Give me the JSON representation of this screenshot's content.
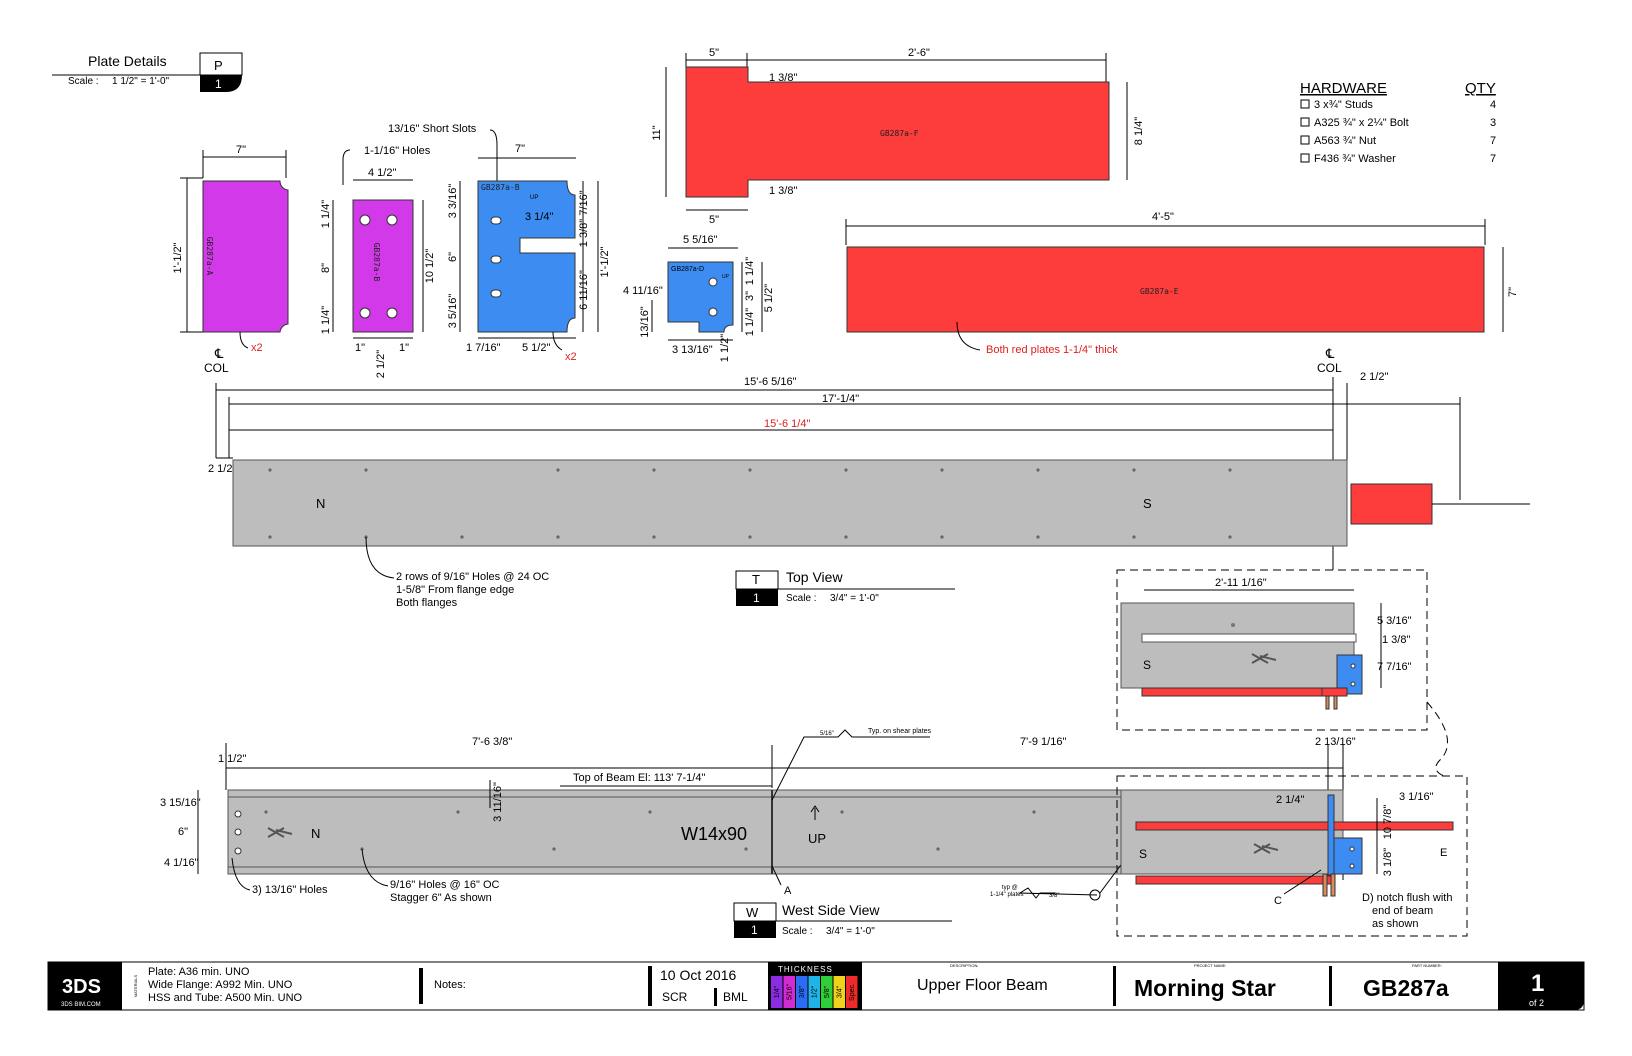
{
  "plate_details": {
    "title": "Plate Details",
    "tag": "P",
    "num": "1",
    "scale_label": "Scale :",
    "scale": "1 1/2\" = 1'-0\""
  },
  "top_view": {
    "title": "Top View",
    "tag": "T",
    "num": "1",
    "scale_label": "Scale :",
    "scale": "3/4\" = 1'-0\""
  },
  "west_view": {
    "title": "West Side View",
    "tag": "W",
    "num": "1",
    "scale_label": "Scale :",
    "scale": "3/4\" = 1'-0\""
  },
  "hardware": {
    "title": "HARDWARE",
    "qty_title": "QTY",
    "items": [
      {
        "desc": "3 x¾\" Studs",
        "qty": "4"
      },
      {
        "desc": "A325 ¾\" x 2¼\" Bolt",
        "qty": "3"
      },
      {
        "desc": "A563 ¾\"  Nut",
        "qty": "7"
      },
      {
        "desc": "F436 ¾\" Washer",
        "qty": "7"
      }
    ]
  },
  "plates": {
    "a": {
      "mark": "GB287a-A",
      "w": "7\"",
      "h": "1'-1/2\"",
      "qty": "x2"
    },
    "b": {
      "mark": "GB287a-B",
      "w": "4 1/2\"",
      "holes": "1-1/16\" Holes",
      "d1": "1 1/4\"",
      "d2": "8\"",
      "d3": "1 1/4\"",
      "h": "10 1/2\"",
      "e1": "1\"",
      "e2": "2 1/2\"",
      "e3": "1\""
    },
    "c": {
      "mark": "GB287a-B",
      "up": "UP",
      "slots": "13/16\" Short Slots",
      "w": "7\"",
      "d1": "3 3/16\"",
      "d2": "6\"",
      "d3": "3 5/16\"",
      "slot": "3 1/4\"",
      "r1": "7/16\"",
      "r2": "1 3/8\"",
      "r3": "1'-1/2\"",
      "r4": "6 11/16\"",
      "b1": "1 7/16\"",
      "b2": "5 1/2\"",
      "qty": "x2"
    },
    "d": {
      "mark": "GB287a-D",
      "up": "UP",
      "w": "5 5/16\"",
      "l1": "4 11/16\"",
      "l2": "13/16\"",
      "r1": "1 1/4\"",
      "r2": "3\"",
      "r3": "1 1/4\"",
      "r4": "5 1/2\"",
      "b1": "3 13/16\"",
      "b2": "1 1/2\""
    },
    "f": {
      "mark": "GB287a-F",
      "t1": "5\"",
      "t2": "2'-6\"",
      "n1": "1 3/8\"",
      "n2": "1 3/8\"",
      "b1": "5\"",
      "h": "11\"",
      "h2": "8 1/4\""
    },
    "e": {
      "mark": "GB287a-E",
      "w": "4'-5\"",
      "h": "7\"",
      "note": "Both red plates 1-1/4\" thick"
    }
  },
  "col_labels": {
    "cl": "℄",
    "col": "COL"
  },
  "top": {
    "d1": "15'-6 5/16\"",
    "d2": "17'-1/4\"",
    "d3": "15'-6 1/4\"",
    "left": "2 1/2\"",
    "right": "2 1/2\"",
    "n": "N",
    "s": "S",
    "note": [
      "2 rows of 9/16\" Holes @ 24 OC",
      "1-5/8\" From flange edge",
      "Both flanges"
    ]
  },
  "detail_top": {
    "d1": "2'-11 1/16\"",
    "r1": "5 3/16\"",
    "r2": "1 3/8\"",
    "r3": "7 7/16\"",
    "s": "S"
  },
  "west": {
    "left": "1 1/2\"",
    "d1": "7'-6 3/8\"",
    "d2": "7'-9 1/16\"",
    "d3": "2 13/16\"",
    "tob": "Top of Beam El: 113' 7-1/4\"",
    "v1": "3 11/16\"",
    "l1": "3 15/16\"",
    "l2": "6\"",
    "l3": "4 1/16\"",
    "section": "W14x90",
    "up": "UP",
    "n": "N",
    "s": "S",
    "holes": "3) 13/16\" Holes",
    "note": [
      "9/16\" Holes @ 16\" OC",
      "Stagger 6\" As shown"
    ],
    "weld_typ": "Typ. on shear plates",
    "weld_size": "5/16\"",
    "a": "A",
    "c": "C",
    "e": "E",
    "weld2_typ": "typ @",
    "weld2_note": "1-1/4\" plates",
    "weld2_size": "3/8\""
  },
  "detail_west": {
    "r1": "3 1/16\"",
    "r2": "2 1/4\"",
    "r3": "10 7/8\"",
    "r4": "3 1/8\"",
    "note": [
      "D) notch flush with",
      "end of beam",
      "as shown"
    ]
  },
  "title_block": {
    "logo": "3DS",
    "logo_sub": "3DS BIM.COM",
    "side_tag": "MATERIALS",
    "materials": [
      "Plate:   A36 min. UNO",
      "Wide Flange:  A992 Min. UNO",
      "HSS and Tube:  A500 Min. UNO"
    ],
    "notes_label": "Notes:",
    "date": "10 Oct 2016",
    "drawn": "SCR",
    "checked": "BML",
    "thickness_title": "THICKNESS",
    "thickness": [
      {
        "label": "1/4\"",
        "color": "#8b2be2"
      },
      {
        "label": "5/16\"",
        "color": "#d12bd1"
      },
      {
        "label": "3/8\"",
        "color": "#2a6df4"
      },
      {
        "label": "1/2\"",
        "color": "#20b4e6"
      },
      {
        "label": "5/8\"",
        "color": "#2fcf3a"
      },
      {
        "label": "3/4\"",
        "color": "#f0d21c"
      },
      {
        "label": "Spec.",
        "color": "#ee2b2b"
      }
    ],
    "desc_label": "DESCRIPTION:",
    "description": "Upper Floor Beam",
    "proj_label": "PROJECT NAME:",
    "project": "Morning Star",
    "part_label": "PART NUMBER:",
    "part": "GB287a",
    "sheet": "1",
    "of": "of 2"
  },
  "colors": {
    "red_plate": "#fd3c3c",
    "magenta_plate": "#d23ae9",
    "blue_plate": "#3c8cf2",
    "beam": "#bdbdbd"
  }
}
